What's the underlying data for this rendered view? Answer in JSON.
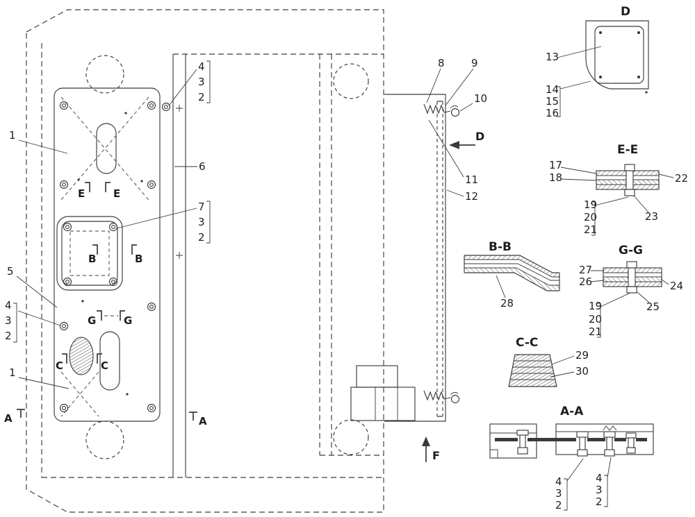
{
  "figure": {
    "bg": "#ffffff",
    "ink": "#3a3a3a"
  },
  "main": {
    "labels": {
      "p1a": "1",
      "p1b": "1",
      "p4a": "4",
      "p3a": "3",
      "p2a": "2",
      "p6": "6",
      "p7": "7",
      "p3b": "3",
      "p2b": "2",
      "p5": "5",
      "p4b": "4",
      "p3c": "3",
      "p2c": "2",
      "p8": "8",
      "p9": "9",
      "p10": "10",
      "p11": "11",
      "p12": "12"
    },
    "sections": {
      "eL": "E",
      "eR": "E",
      "bL": "B",
      "bR": "B",
      "gL": "G",
      "gR": "G",
      "cL": "C",
      "cR": "C",
      "aL": "A",
      "aR": "A"
    },
    "directions": {
      "d": "D",
      "f": "F"
    }
  },
  "views": {
    "d": {
      "title": "D",
      "p13": "13",
      "p14": "14",
      "p15": "15",
      "p16": "16"
    },
    "ee": {
      "title": "E-E",
      "p17": "17",
      "p18": "18",
      "p19": "19",
      "p20": "20",
      "p21": "21",
      "p22": "22",
      "p23": "23"
    },
    "bb": {
      "title": "B-B",
      "p28": "28"
    },
    "gg": {
      "title": "G-G",
      "p19": "19",
      "p20": "20",
      "p21": "21",
      "p24": "24",
      "p25": "25",
      "p26": "26",
      "p27": "27"
    },
    "cc": {
      "title": "C-C",
      "p29": "29",
      "p30": "30"
    },
    "aa": {
      "title": "A-A",
      "p4a": "4",
      "p3a": "3",
      "p2a": "2",
      "p4b": "4",
      "p3b": "3",
      "p2b": "2"
    }
  }
}
